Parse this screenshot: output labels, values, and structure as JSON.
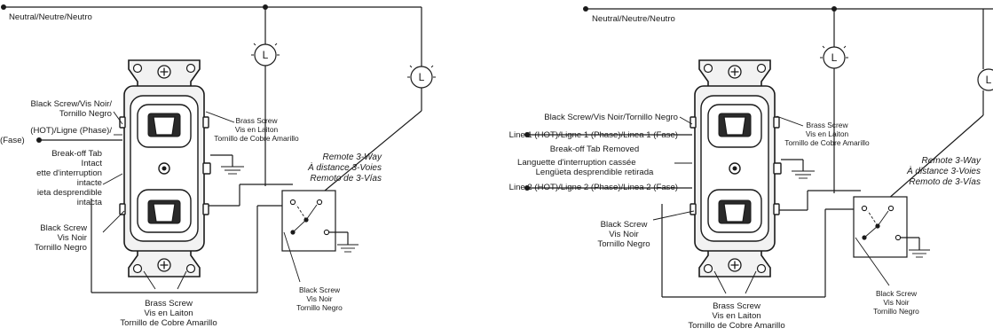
{
  "left": {
    "neutral": "Neutral/Neutre/Neutro",
    "lamp_symbol": "L",
    "black_screw_top": [
      "Black Screw/Vis Noir/",
      "Tornillo Negro"
    ],
    "hot": [
      "(HOT)/Ligne (Phase)/",
      "(Fase)"
    ],
    "tab": [
      "Break-off Tab",
      "Intact",
      "ette d'interruption",
      "intacte",
      "ieta desprendible",
      "intacta"
    ],
    "black_screw_bottom": [
      "Black Screw",
      "Vis Noir",
      "Tornillo Negro"
    ],
    "brass_screw_right": [
      "Brass Screw",
      "Vis en Laiton",
      "Tornillo de Cobre Amarillo"
    ],
    "brass_screw_bottom": [
      "Brass Screw",
      "Vis en Laiton",
      "Tornillo de Cobre Amarillo"
    ],
    "remote": [
      "Remote 3-Way",
      "À distance 3-Voies",
      "Remoto de 3-Vías"
    ],
    "remote_black_screw": [
      "Black Screw",
      "Vis Noir",
      "Tornillo Negro"
    ]
  },
  "right": {
    "neutral": "Neutral/Neutre/Neutro",
    "lamp_symbol": "L",
    "black_screw_top": "Black Screw/Vis Noir/Tornillo Negro",
    "line1": "Line 1 (HOT)/Ligne 1 (Phase)/Linea 1 (Fase)",
    "tab": [
      "Break-off Tab Removed",
      "Languette d'interruption cassée",
      "Lengüeta desprendible retirada"
    ],
    "line2": "Line 2 (HOT)/Ligne 2 (Phase)/Linea 2 (Fase)",
    "black_screw_bottom": [
      "Black Screw",
      "Vis Noir",
      "Tornillo Negro"
    ],
    "brass_screw_right": [
      "Brass Screw",
      "Vis en Laiton",
      "Tornillo de Cobre Amarillo"
    ],
    "brass_screw_bottom": [
      "Brass Screw",
      "Vis en Laiton",
      "Tornillo de Cobre Amarillo"
    ],
    "remote": [
      "Remote 3-Way",
      "À distance 3-Voies",
      "Remoto de 3-Vías"
    ],
    "remote_black_screw": [
      "Black Screw",
      "Vis Noir",
      "Tornillo Negro"
    ]
  }
}
